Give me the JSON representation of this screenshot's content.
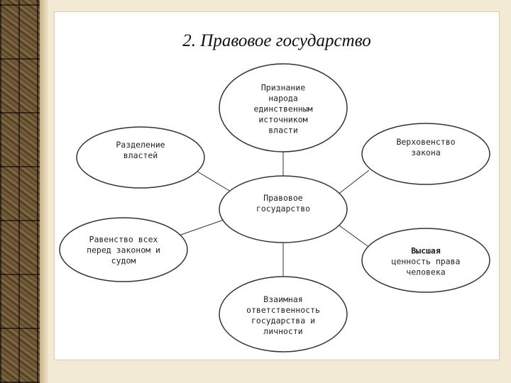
{
  "slide": {
    "title": "2. Правовое государство"
  },
  "diagram": {
    "center": "Правовое\nгосударство",
    "nodes": {
      "top": "Признание\nнарода\nединственным\nисточником\nвласти",
      "left_top": "Разделение\nвластей",
      "right_top": "Верховенство\nзакона",
      "left_bottom": "Равенство всех\nперед законом и\nсудом",
      "right_bottom_line1": "Высшая",
      "right_bottom_rest": "ценность права\nчеловека",
      "bottom": "Взаимная\nответственность\nгосударства и\nличности"
    }
  }
}
